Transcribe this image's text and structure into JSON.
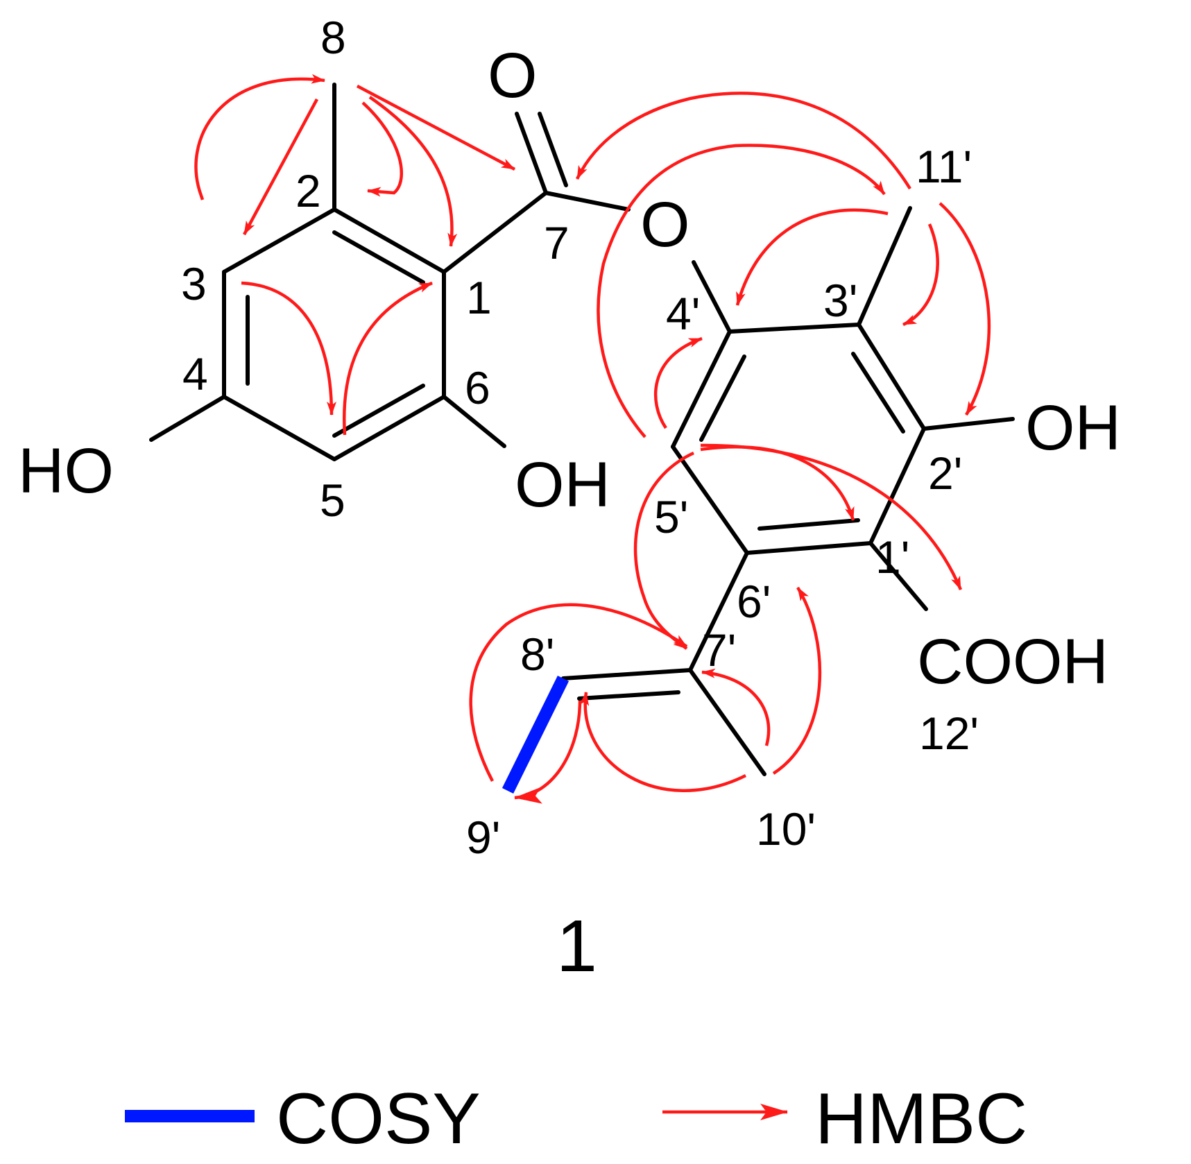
{
  "compound": {
    "number": "1",
    "atom_labels": {
      "c8": "8",
      "c2": "2",
      "c3": "3",
      "c1": "1",
      "c7": "7",
      "c4": "4",
      "c6": "6",
      "c5": "5",
      "c11p": "11'",
      "c3p": "3'",
      "c4p": "4'",
      "c2p": "2'",
      "c5p": "5'",
      "c1p": "1'",
      "c6p": "6'",
      "c7p": "7'",
      "c8p": "8'",
      "c9p": "9'",
      "c10p": "10'",
      "c12p": "12'"
    },
    "group_labels": {
      "carbonyl_o": "O",
      "ester_o": "O",
      "ho_left": "HO",
      "oh_c6": "OH",
      "oh_c2p": "OH",
      "cooh": "COOH"
    }
  },
  "legend": {
    "cosy_label": "COSY",
    "hmbc_label": "HMBC"
  },
  "colors": {
    "cosy": "#0018ff",
    "hmbc": "#ff1a1a",
    "bond": "#000000"
  }
}
